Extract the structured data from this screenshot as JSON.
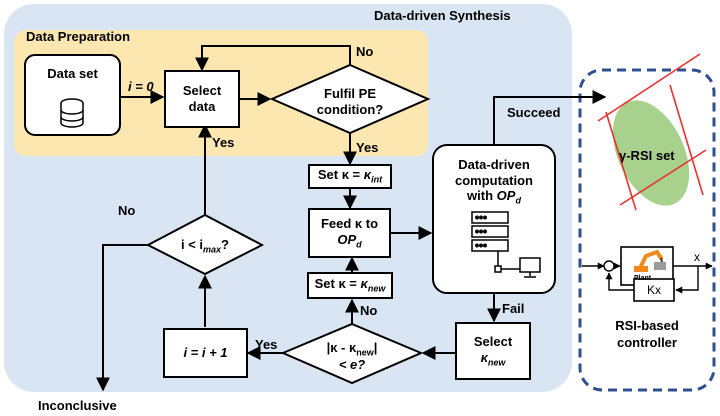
{
  "regions": {
    "synthesis_title": "Data-driven Synthesis",
    "preparation_title": "Data Preparation"
  },
  "nodes": {
    "dataset": "Data set",
    "select_data_line1": "Select",
    "select_data_line2": "data",
    "pe_line1": "Fulfil PE",
    "pe_line2": "condition?",
    "set_kint_prefix": "Set κ = ",
    "set_kint_var": "κ",
    "set_kint_sub": "int",
    "feed_line1": "Feed κ to",
    "feed_var": "OP",
    "feed_sub": "d",
    "set_knew_prefix": "Set κ = ",
    "set_knew_var": "κ",
    "set_knew_sub": "new",
    "compute_line1": "Data-driven",
    "compute_line2": "computation",
    "compute_line3_prefix": "with ",
    "compute_var": "OP",
    "compute_sub": "d",
    "select_knew_line1": "Select",
    "select_knew_var": "κ",
    "select_knew_sub": "new",
    "conv_line1_a": "|κ - κ",
    "conv_line1_sub": "new",
    "conv_line1_b": "|",
    "conv_line2": "< e?",
    "increment": "i = i + 1",
    "iter_check_a": "i < i",
    "iter_check_sub": "max",
    "iter_check_b": "?"
  },
  "edge_labels": {
    "init": "i = 0",
    "no_pe": "No",
    "yes_pe": "Yes",
    "yes_iter": "Yes",
    "no_iter": "No",
    "succeed": "Succeed",
    "fail": "Fail",
    "no_conv": "No",
    "yes_conv": "Yes"
  },
  "outcome": "Inconclusive",
  "controller": {
    "set_label": "γ-RSI set",
    "plant_label": "Plant",
    "output_label": "x",
    "gain_label": "Kx",
    "caption_line1": "RSI-based",
    "caption_line2": "controller"
  },
  "colors": {
    "synthesis_bg": "#dae5f3",
    "preparation_bg": "#fde7b1",
    "controller_border": "#2f4f8f",
    "ellipse": "#a9d18e",
    "red_lines": "#e8312f"
  }
}
